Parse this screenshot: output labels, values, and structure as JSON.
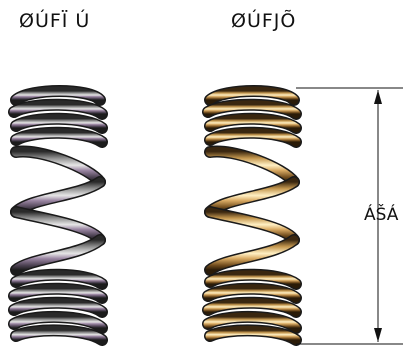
{
  "labels": {
    "left_spring": "ØÚFÏ Ú",
    "right_spring": "ØÚFJÕ",
    "dimension": "ÁŠÁ"
  },
  "colors": {
    "left_spring_base": "#7d7d7d",
    "left_spring_tint": "#9a6fa0",
    "right_spring_base": "#d1a764",
    "right_spring_highlight": "#fbe7b6",
    "outline": "#1a1a1a"
  },
  "springs": {
    "left": {
      "material": "steel",
      "coils": 9
    },
    "right": {
      "material": "brass",
      "coils": 9
    }
  }
}
